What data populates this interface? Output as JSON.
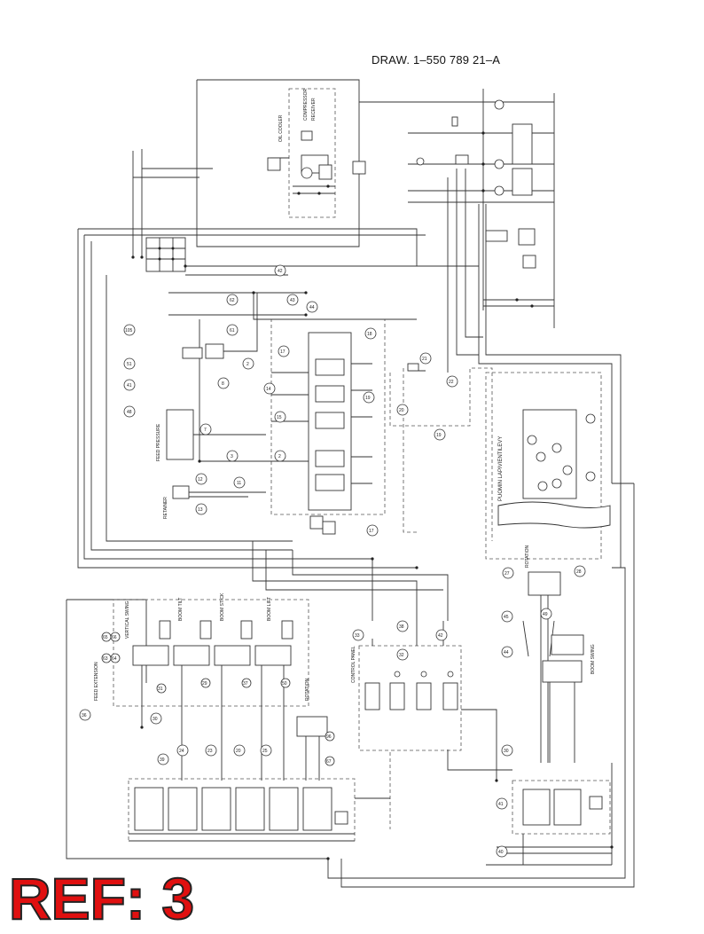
{
  "drawing_number": "DRAW. 1–550 789 21–A",
  "reference": "REF: 3",
  "panel_label": "PUOMIN LAPIVIENTILEVY",
  "labels": {
    "oil_cooler": "OIL COOLER",
    "compressor": "COMPRESSOR",
    "receiver": "RECEIVER",
    "feed_pressure": "FEED PRESSURE",
    "retainer": "RETAINER",
    "rotation": "ROTATION",
    "vertical_swing": "VERTICAL SWING",
    "boom_tilt": "BOOM TILT",
    "boom_stick": "BOOM STICK",
    "boom_lift": "BOOM LIFT",
    "boom_swing": "BOOM SWING",
    "control_panel": "CONTROL PANEL",
    "feed_extension": "FEED EXTENSION",
    "rotation_lower": "ROTATION"
  },
  "ref_numbers": {
    "r42": "42",
    "r43": "43",
    "r44": "44",
    "r105": "105",
    "r51": "51",
    "r41": "41",
    "r48": "48",
    "r62": "62",
    "r2": "2",
    "r3": "3",
    "r7": "7",
    "r8": "8",
    "r11": "11",
    "r12": "12",
    "r13": "13",
    "r14": "14",
    "r15": "15",
    "r19": "19",
    "r20": "20",
    "r21": "21",
    "r23": "23",
    "r24": "24",
    "r27": "27",
    "r28": "28",
    "r29": "29",
    "r30": "30",
    "r31": "31",
    "r32": "32",
    "r33": "33",
    "r36": "36",
    "r37": "37",
    "r38": "38",
    "r39": "39",
    "r40": "40",
    "r45": "45",
    "r49": "49",
    "r50": "50",
    "r63": "63",
    "r64": "64",
    "r65": "65",
    "r66": "66",
    "r67": "67",
    "r96": "96",
    "r61": "61",
    "r18": "18",
    "r17": "17",
    "r22": "22",
    "r25": "25"
  }
}
